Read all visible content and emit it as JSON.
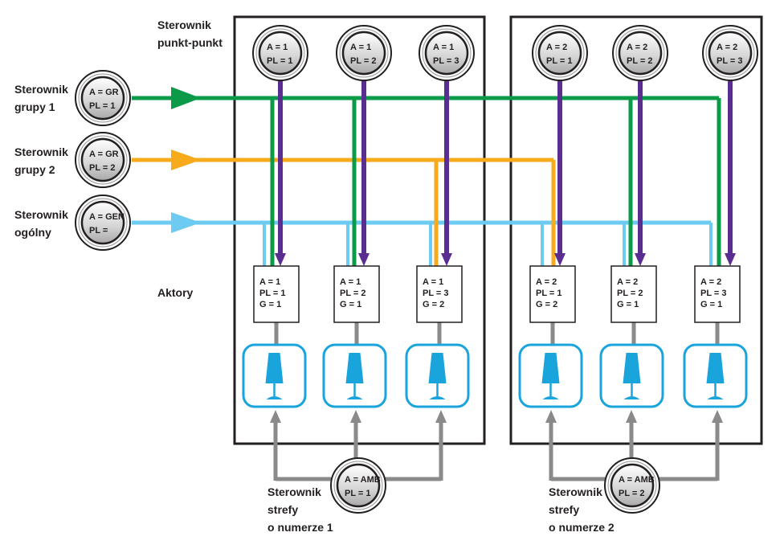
{
  "colors": {
    "green": "#0a9a48",
    "orange": "#f7aa1c",
    "lightblue": "#6dcaf0",
    "purple": "#5a2d90",
    "gray": "#8a8a8a",
    "lamp": "#1aa4dc",
    "frame": "#231f20"
  },
  "labels": {
    "point_controller": [
      "Sterownik",
      "punkt-punkt"
    ],
    "group1": [
      "Sterownik",
      "grupy 1"
    ],
    "group2": [
      "Sterownik",
      "grupy 2"
    ],
    "general": [
      "Sterownik",
      "ogólny"
    ],
    "actuators": "Aktory",
    "zone1": [
      "Sterownik",
      "strefy",
      "o numerze 1"
    ],
    "zone2": [
      "Sterownik",
      "strefy",
      "o numerze 2"
    ]
  },
  "group_controllers": [
    {
      "line1": "A = GR",
      "line2": "PL = 1"
    },
    {
      "line1": "A = GR",
      "line2": "PL = 2"
    },
    {
      "line1": "A = GEN",
      "line2": "PL ="
    }
  ],
  "point_controllers": [
    {
      "line1": "A = 1",
      "line2": "PL = 1"
    },
    {
      "line1": "A = 1",
      "line2": "PL = 2"
    },
    {
      "line1": "A = 1",
      "line2": "PL = 3"
    },
    {
      "line1": "A = 2",
      "line2": "PL = 1"
    },
    {
      "line1": "A = 2",
      "line2": "PL = 2"
    },
    {
      "line1": "A = 2",
      "line2": "PL = 3"
    }
  ],
  "actuators": [
    {
      "a": "A = 1",
      "pl": "PL = 1",
      "g": "G = 1"
    },
    {
      "a": "A = 1",
      "pl": "PL = 2",
      "g": "G = 1"
    },
    {
      "a": "A = 1",
      "pl": "PL = 3",
      "g": "G = 2"
    },
    {
      "a": "A = 2",
      "pl": "PL = 1",
      "g": "G = 2"
    },
    {
      "a": "A = 2",
      "pl": "PL = 2",
      "g": "G = 1"
    },
    {
      "a": "A = 2",
      "pl": "PL = 3",
      "g": "G = 1"
    }
  ],
  "zone_controllers": [
    {
      "line1": "A = AMB",
      "line2": "PL = 1"
    },
    {
      "line1": "A = AMB",
      "line2": "PL = 2"
    }
  ]
}
